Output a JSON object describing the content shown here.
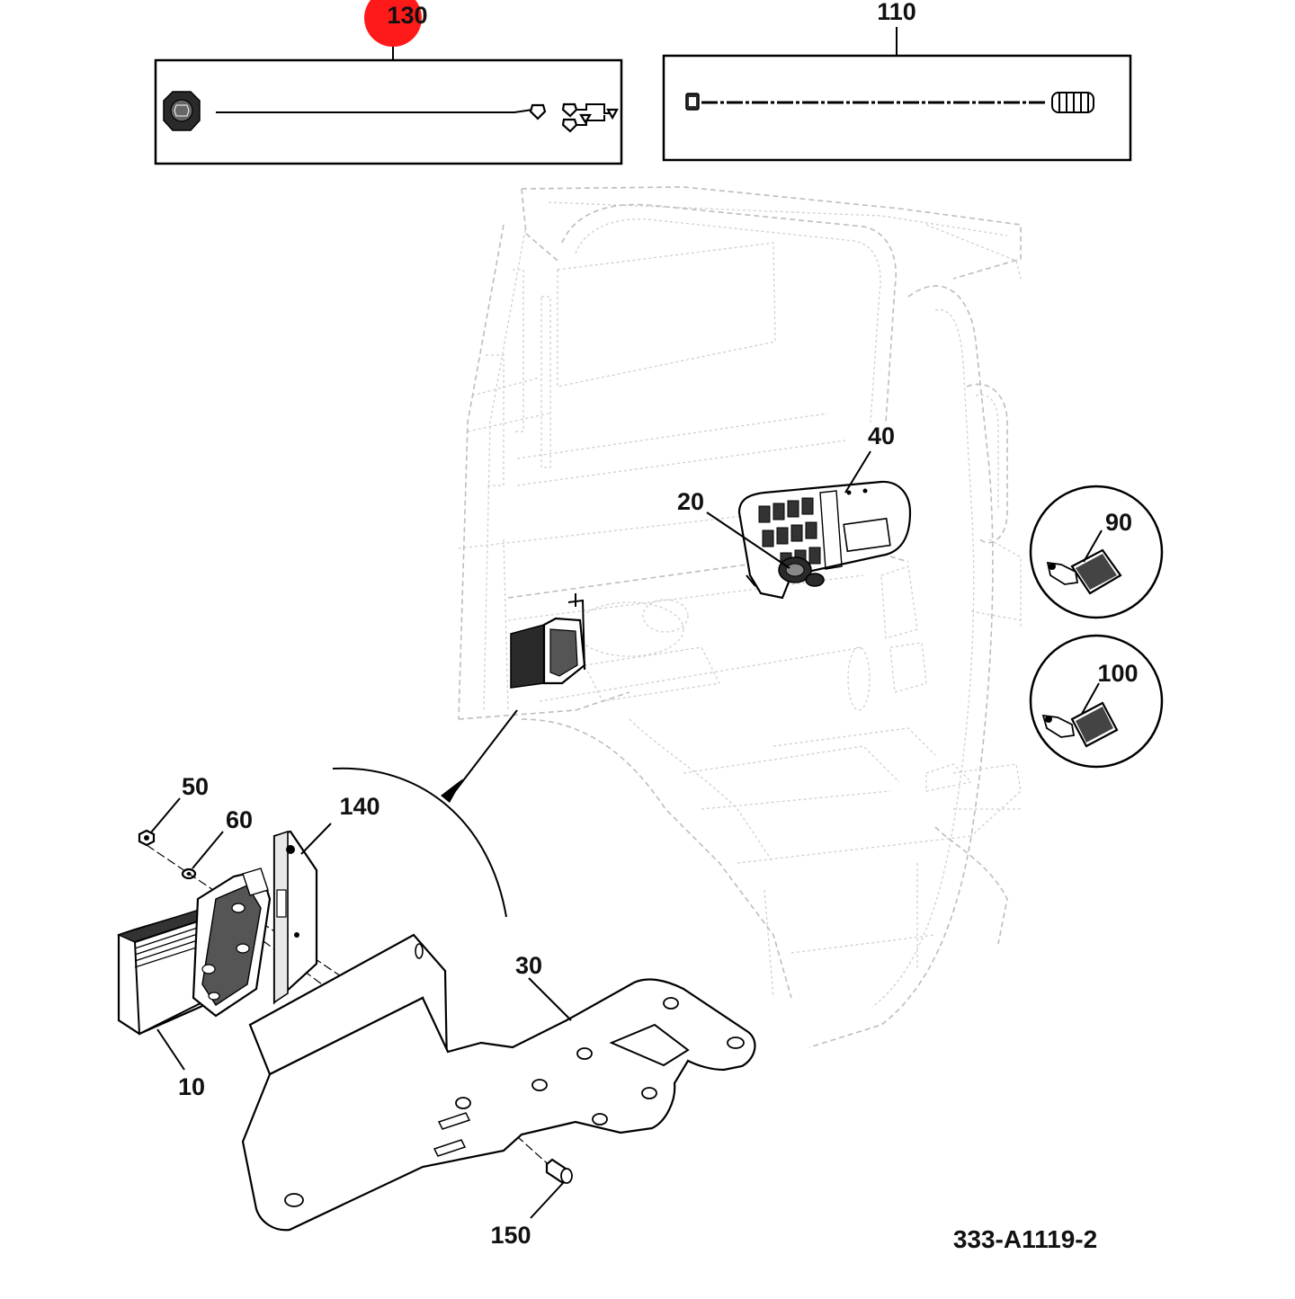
{
  "callouts": {
    "c130": "130",
    "c110": "110",
    "c40": "40",
    "c20": "20",
    "c90": "90",
    "c100": "100",
    "c50": "50",
    "c60": "60",
    "c140": "140",
    "c30": "30",
    "c10": "10",
    "c150": "150"
  },
  "drawing_number": "333-A1119-2",
  "colors": {
    "highlight_marker": "#ff1a1a",
    "line": "#000000",
    "ghost_line": "#bdbdbd"
  }
}
